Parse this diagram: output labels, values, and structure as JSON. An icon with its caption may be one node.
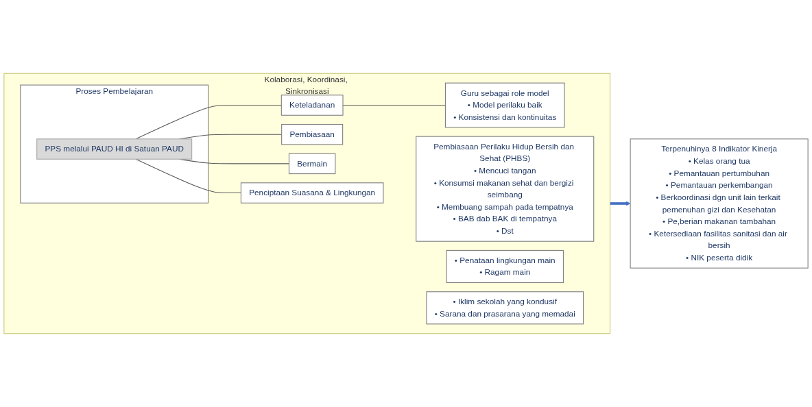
{
  "diagram": {
    "nodes": [
      {
        "text": [
          "Kolaborasi, Koordinasi, Sinkronisasi"
        ]
      },
      {
        "text": [
          "Proses Pembelajaran"
        ],
        "in": 0
      },
      {
        "text": [
          "PPS melalui PAUD HI di Satuan PAUD"
        ],
        "in": 1
      },
      {
        "text": [
          "Keteladanan"
        ],
        "in": 0
      },
      {
        "text": [
          "Guru sebagai role model",
          "• Model perilaku baik",
          "• Konsistensi dan kontinuitas"
        ],
        "in": 0
      },
      {
        "text": [
          "Pembiasaan"
        ],
        "in": 0
      },
      {
        "text": [
          "Pembiasaan Perilaku Hidup Bersih dan Sehat (PHBS)",
          "• Mencuci tangan",
          "• Konsumsi makanan sehat dan bergizi seimbang",
          "• Membuang sampah pada tempatnya",
          "• BAB dab BAK di tempatnya",
          "• Dst"
        ],
        "in": 0
      },
      {
        "text": [
          "Bermain"
        ],
        "in": 0
      },
      {
        "text": [
          "• Penataan lingkungan main",
          "• Ragam main"
        ],
        "in": 0
      },
      {
        "text": [
          "Penciptaan Suasana & Lingkungan"
        ],
        "in": 0
      },
      {
        "text": [
          "• Iklim sekolah yang kondusif",
          "• Sarana dan prasarana yang memadai"
        ],
        "in": 0
      },
      {
        "text": [
          "Terpenuhinya 8 Indikator Kinerja",
          "• Kelas orang tua",
          "• Pemantauan pertumbuhan",
          "• Pemantauan perkembangan",
          "• Berkoordinasi dgn unit lain terkait pemenuhan gizi dan Kesehatan",
          "• Pe,berian makanan tambahan",
          "• Ketersediaan fasilitas sanitasi dan air bersih",
          "• NIK peserta didik"
        ]
      }
    ],
    "edges": [
      {
        "from": 2,
        "to": 3,
        "arrow": "none"
      },
      {
        "from": 2,
        "to": 5,
        "arrow": "none"
      },
      {
        "from": 2,
        "to": 7,
        "arrow": "none"
      },
      {
        "from": 2,
        "to": 9,
        "arrow": "none"
      },
      {
        "from": 3,
        "to": 4,
        "arrow": "none"
      },
      {
        "from": 0,
        "to": 11,
        "arrow": "to",
        "style": "thick",
        "color": "#4472c4"
      }
    ]
  }
}
